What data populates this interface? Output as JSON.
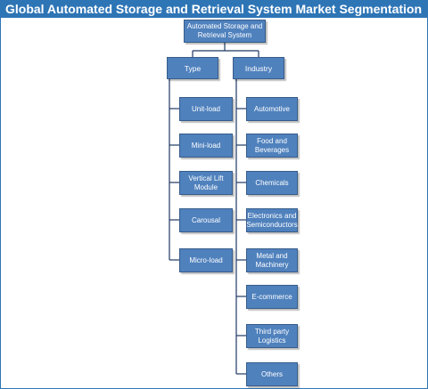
{
  "title": "Global Automated Storage and Retrieval System Market Segmentation",
  "root": {
    "label": "Automated Storage and\nRetrieval System"
  },
  "categories": [
    {
      "label": "Type",
      "items": [
        "Unit-load",
        "Mini-load",
        "Vertical Lift\nModule",
        "Carousal",
        "Micro-load"
      ]
    },
    {
      "label": "Industry",
      "items": [
        "Automotive",
        "Food and\nBeverages",
        "Chemicals",
        "Electronics and\nSemiconductors",
        "Metal and\nMachinery",
        "E-commerce",
        "Third party\nLogistics",
        "Others"
      ]
    }
  ],
  "colors": {
    "title_bg": "#2e75b6",
    "node_fill": "#4f81bd",
    "node_border": "#385d8a",
    "connector": "#1f3864"
  }
}
